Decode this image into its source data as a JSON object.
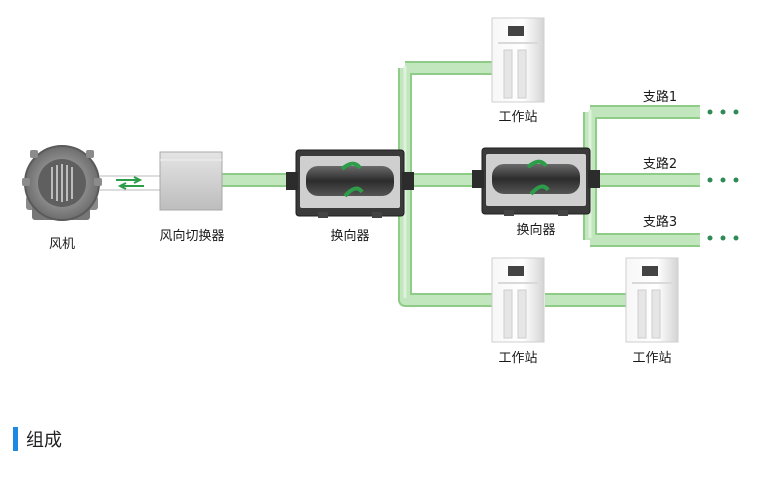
{
  "labels": {
    "fan": "风机",
    "switcher": "风向切换器",
    "diverter_1": "换向器",
    "diverter_2": "换向器",
    "workstation_top": "工作站",
    "workstation_bottom_1": "工作站",
    "workstation_bottom_2": "工作站",
    "branch_1": "支路1",
    "branch_2": "支路2",
    "branch_3": "支路3"
  },
  "section": {
    "title": "组成"
  },
  "colors": {
    "pipe": "#b5dfb0",
    "pipe_edge": "#8fcc88",
    "accent": "#1e88e5",
    "arrow": "#2e9d4a",
    "dots": "#2e8b57"
  },
  "icons": {
    "fan": "blower-fan-icon",
    "switcher": "switch-box-icon",
    "diverter": "diverter-unit-icon",
    "workstation": "workstation-cabinet-icon",
    "continuation": "ellipsis-dots-icon"
  }
}
